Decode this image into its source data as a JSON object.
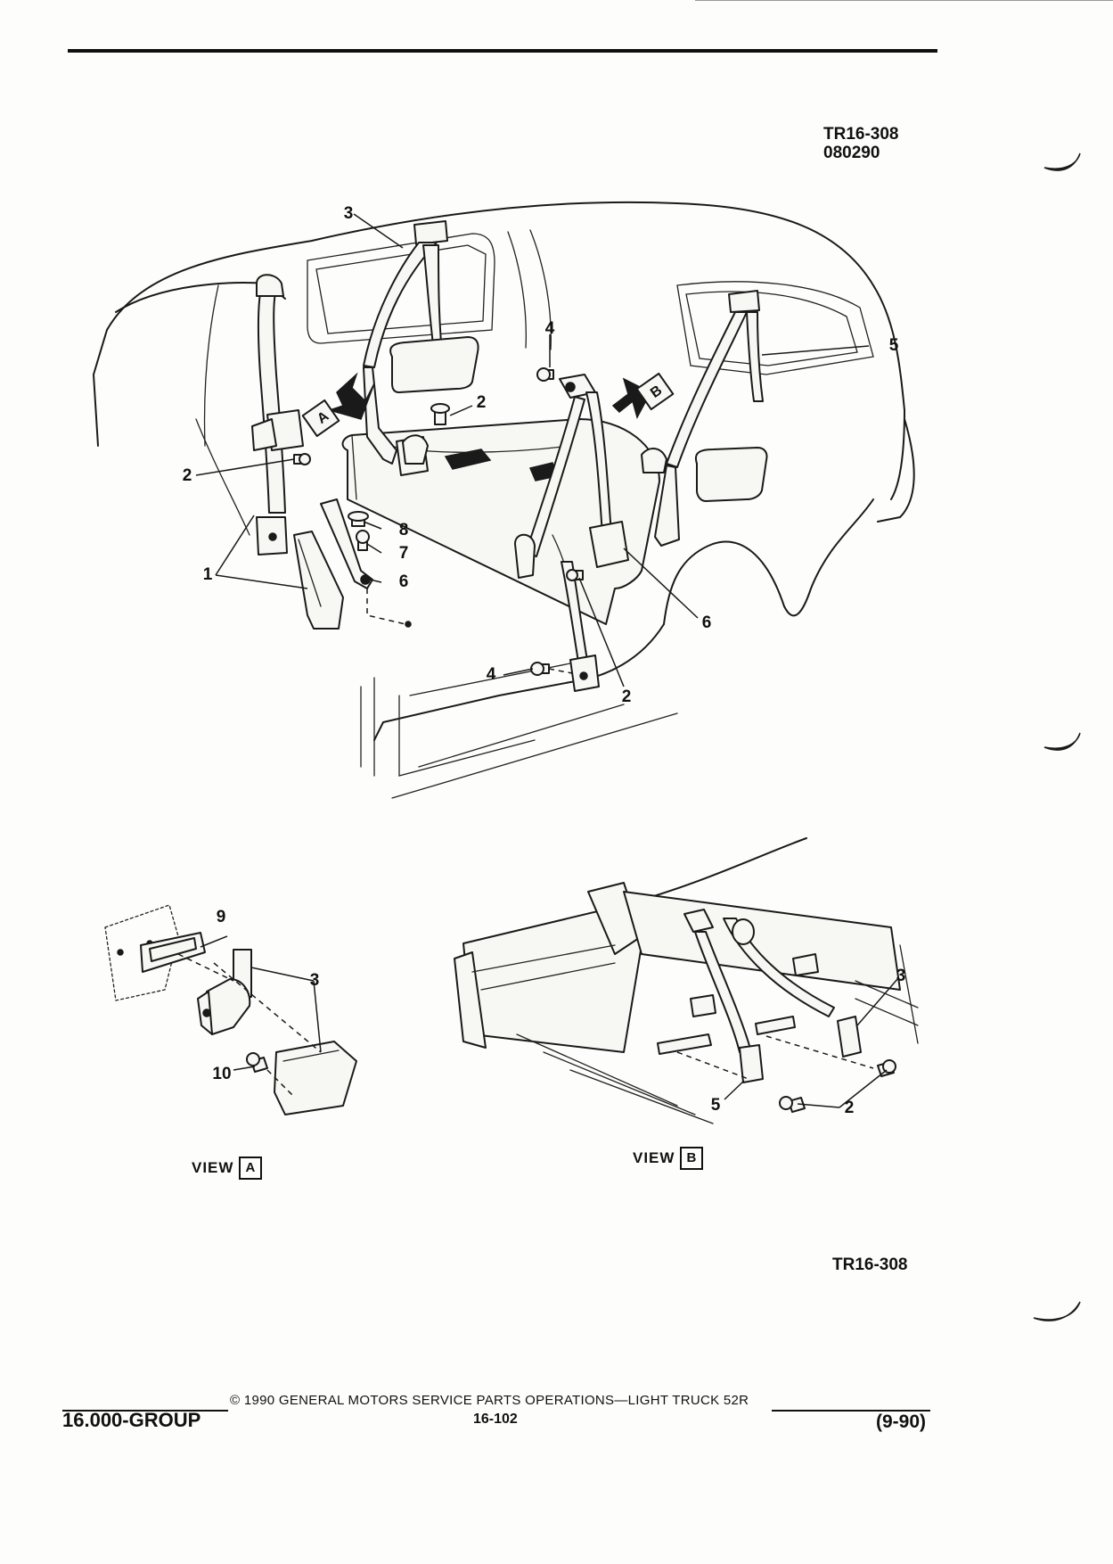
{
  "header": {
    "code_top": "TR16-308",
    "date_code": "080290"
  },
  "figure": {
    "code_bottom": "TR16-308",
    "view_a_word": "VIEW",
    "view_a_letter": "A",
    "view_b_word": "VIEW",
    "view_b_letter": "B",
    "arrow_a_letter": "A",
    "arrow_b_letter": "B",
    "callouts": {
      "c1": "1",
      "c2a": "2",
      "c2b": "2",
      "c2c": "2",
      "c3": "3",
      "c4a": "4",
      "c4b": "4",
      "c5": "5",
      "c6a": "6",
      "c6b": "6",
      "c7": "7",
      "c8": "8",
      "va9": "9",
      "va3": "3",
      "va10": "10",
      "vb3": "3",
      "vb5": "5",
      "vb2": "2"
    }
  },
  "footer": {
    "copyright": "© 1990 GENERAL MOTORS SERVICE PARTS OPERATIONS—LIGHT TRUCK 52R",
    "group": "16.000-GROUP",
    "page": "16-102",
    "revision": "(9-90)"
  }
}
